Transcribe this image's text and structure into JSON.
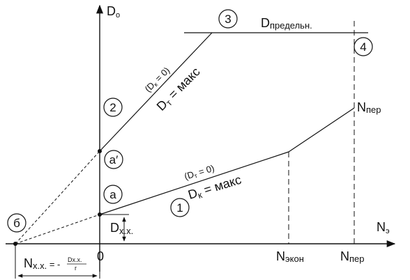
{
  "axes": {
    "y_main": "D",
    "y_sub": "o",
    "x_main": "N",
    "x_sub": "э"
  },
  "origin_label": "0",
  "circle_labels": {
    "n1": "1",
    "n2": "2",
    "n3": "3",
    "n4": "4",
    "a": "a",
    "a_prime": "a′",
    "b": "б"
  },
  "d_limit": {
    "main": "D",
    "sub": "предельн."
  },
  "line1": {
    "note_open": "(D",
    "note_sub": "т",
    "note_close": " = 0)",
    "label_main": "D",
    "label_sub": "к",
    "label_rest": " = макс"
  },
  "line2": {
    "note_open": "(D",
    "note_sub": "к",
    "note_close": " = 0)",
    "label_main": "D",
    "label_sub": "т",
    "label_rest": " = макс"
  },
  "n_per_upper": {
    "main": "N",
    "sub": "пер"
  },
  "x_ticks": {
    "econ": {
      "main": "N",
      "sub": "экон"
    },
    "per": {
      "main": "N",
      "sub": "пер"
    }
  },
  "d_xx": {
    "main": "D",
    "sub": "х.х."
  },
  "n_xx": {
    "main": "N",
    "sub": "х.х.",
    "eq": " = -",
    "frac_num": "Dх.х.",
    "frac_den": "r"
  },
  "colors": {
    "ink": "#111111",
    "background": "#ffffff"
  }
}
